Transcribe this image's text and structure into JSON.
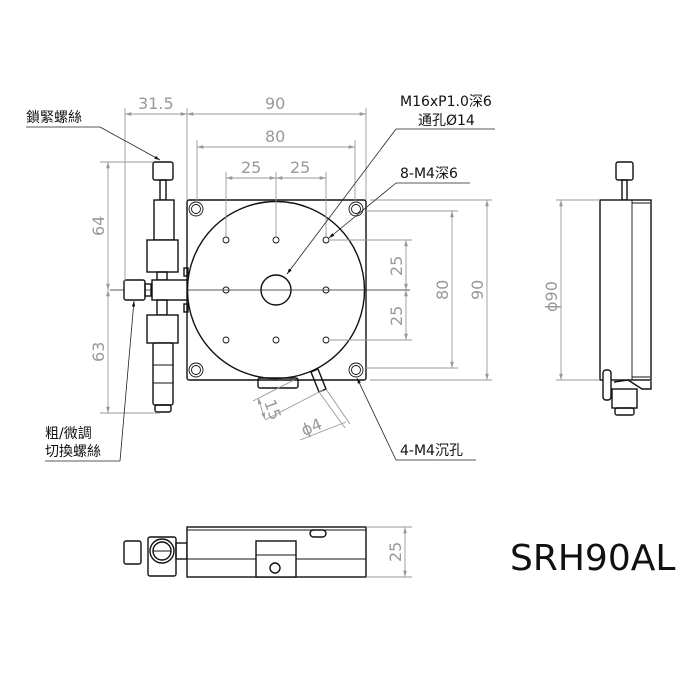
{
  "title": "SRH90AL",
  "dimensions": {
    "offset_31_5": "31.5",
    "width_90": "90",
    "width_80": "80",
    "hole_25_left": "25",
    "hole_25_right": "25",
    "vert_25_top": "25",
    "vert_25_bottom": "25",
    "height_80": "80",
    "height_90": "90",
    "upper_64": "64",
    "lower_63": "63",
    "lever_15": "15",
    "lever_dia_4": "ϕ4",
    "side_dia_90": "ϕ90",
    "front_25": "25"
  },
  "callouts": {
    "center_thread": "M16xP1.0深6",
    "center_through": "通孔Ø14",
    "tapped_holes": "8-M4深6",
    "counterbore": "4-M4沉孔",
    "lock_screw": "鎖緊螺絲",
    "switch_line1": "粗/微調",
    "switch_line2": "切換螺絲"
  }
}
